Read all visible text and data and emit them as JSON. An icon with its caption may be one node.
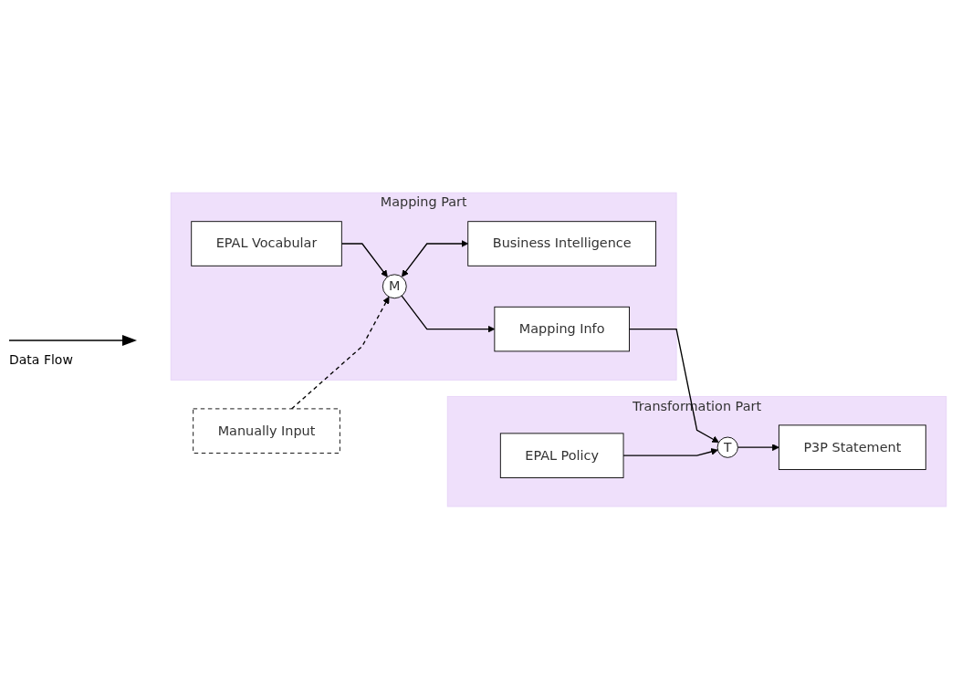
{
  "diagram": {
    "nodes": [
      {
        "text": [
          "Mapping Part"
        ]
      },
      {
        "text": [
          "EPAL Vocabular"
        ],
        "in": 0
      },
      {
        "text": [
          "M"
        ],
        "in": 0
      },
      {
        "text": [
          "Manually Input"
        ]
      },
      {
        "text": [
          "Business Intelligence"
        ],
        "in": 0
      },
      {
        "text": [
          "Mapping Info"
        ],
        "in": 0
      },
      {
        "text": [
          "Transformation Part"
        ]
      },
      {
        "text": [
          "T"
        ],
        "in": 6
      },
      {
        "text": [
          "P3P Statement"
        ],
        "in": 6
      },
      {
        "text": [
          "EPAL Policy"
        ],
        "in": 6
      }
    ],
    "edges": [
      {
        "from": 1,
        "to": 2,
        "arrow": "to"
      },
      {
        "from": 3,
        "to": 2,
        "arrow": "to",
        "style": "dashed"
      },
      {
        "from": 2,
        "to": 4,
        "arrow": "both"
      },
      {
        "from": 2,
        "to": 5,
        "arrow": "to"
      },
      {
        "from": 5,
        "to": 7,
        "arrow": "to"
      },
      {
        "from": 9,
        "to": 7,
        "arrow": "to"
      },
      {
        "from": 7,
        "to": 8,
        "arrow": "to"
      }
    ],
    "legend": [
      {
        "text": "Data Flow"
      }
    ]
  }
}
